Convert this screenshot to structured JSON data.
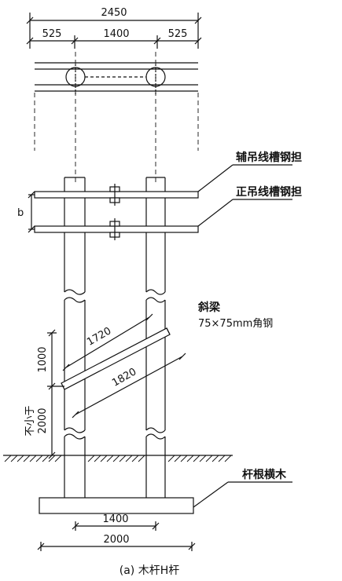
{
  "dimensions": {
    "total_width_top": "2450",
    "left_span_top": "525",
    "middle_span_top": "1400",
    "right_span_top": "525",
    "b_label": "b",
    "brace_length_upper": "1720",
    "brace_length_lower": "1820",
    "vertical_1000": "1000",
    "vertical_not_less_than": "不小于",
    "vertical_2000": "2000",
    "base_inner": "1400",
    "base_total": "2000"
  },
  "labels": {
    "aux_channel_crossarm": "辅吊线槽钢担",
    "main_channel_crossarm": "正吊线槽钢担",
    "diagonal_brace": "斜梁",
    "angle_steel_spec": "75×75mm角钢",
    "pole_root_crosswood": "杆根横木"
  },
  "caption": "(a)  木杆H杆",
  "colors": {
    "line": "#111111",
    "background": "#ffffff"
  }
}
